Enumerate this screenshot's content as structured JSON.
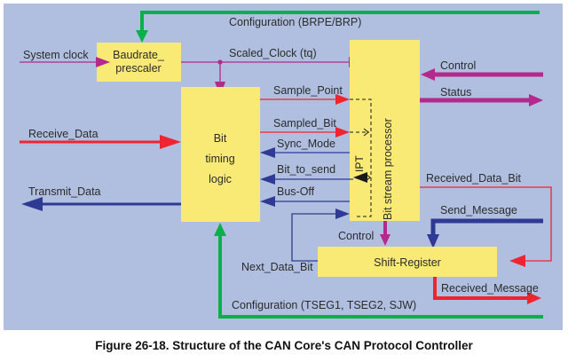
{
  "colors": {
    "background": "#b0bfe0",
    "block": "#f8ea75",
    "config": "#0bb04b",
    "clock": "#b5288c",
    "receive": "#ee2530",
    "transmit": "#2e3a94",
    "text": "#2b2b2b"
  },
  "blocks": {
    "baudrate_prescaler": [
      "Baudrate_",
      "prescaler"
    ],
    "bit_timing_logic": [
      "Bit",
      "timing",
      "logic"
    ],
    "bit_stream_processor": "Bit stream processor",
    "ipt": "IPT",
    "shift_register": "Shift-Register"
  },
  "signals": {
    "config_brp": "Configuration (BRPE/BRP)",
    "system_clock": "System clock",
    "scaled_clock": "Scaled_Clock (tq)",
    "control_in": "Control",
    "status": "Status",
    "sample_point": "Sample_Point",
    "sampled_bit": "Sampled_Bit",
    "sync_mode": "Sync_Mode",
    "bit_to_send": "Bit_to_send",
    "bus_off": "Bus-Off",
    "receive_data": "Receive_Data",
    "transmit_data": "Transmit_Data",
    "received_data_bit": "Received_Data_Bit",
    "send_message": "Send_Message",
    "control_sr": "Control",
    "next_data_bit": "Next_Data_Bit",
    "received_message": "Received_Message",
    "config_tseg": "Configuration (TSEG1, TSEG2, SJW)"
  },
  "caption": "Figure 26-18. Structure of the CAN Core's CAN Protocol Controller"
}
